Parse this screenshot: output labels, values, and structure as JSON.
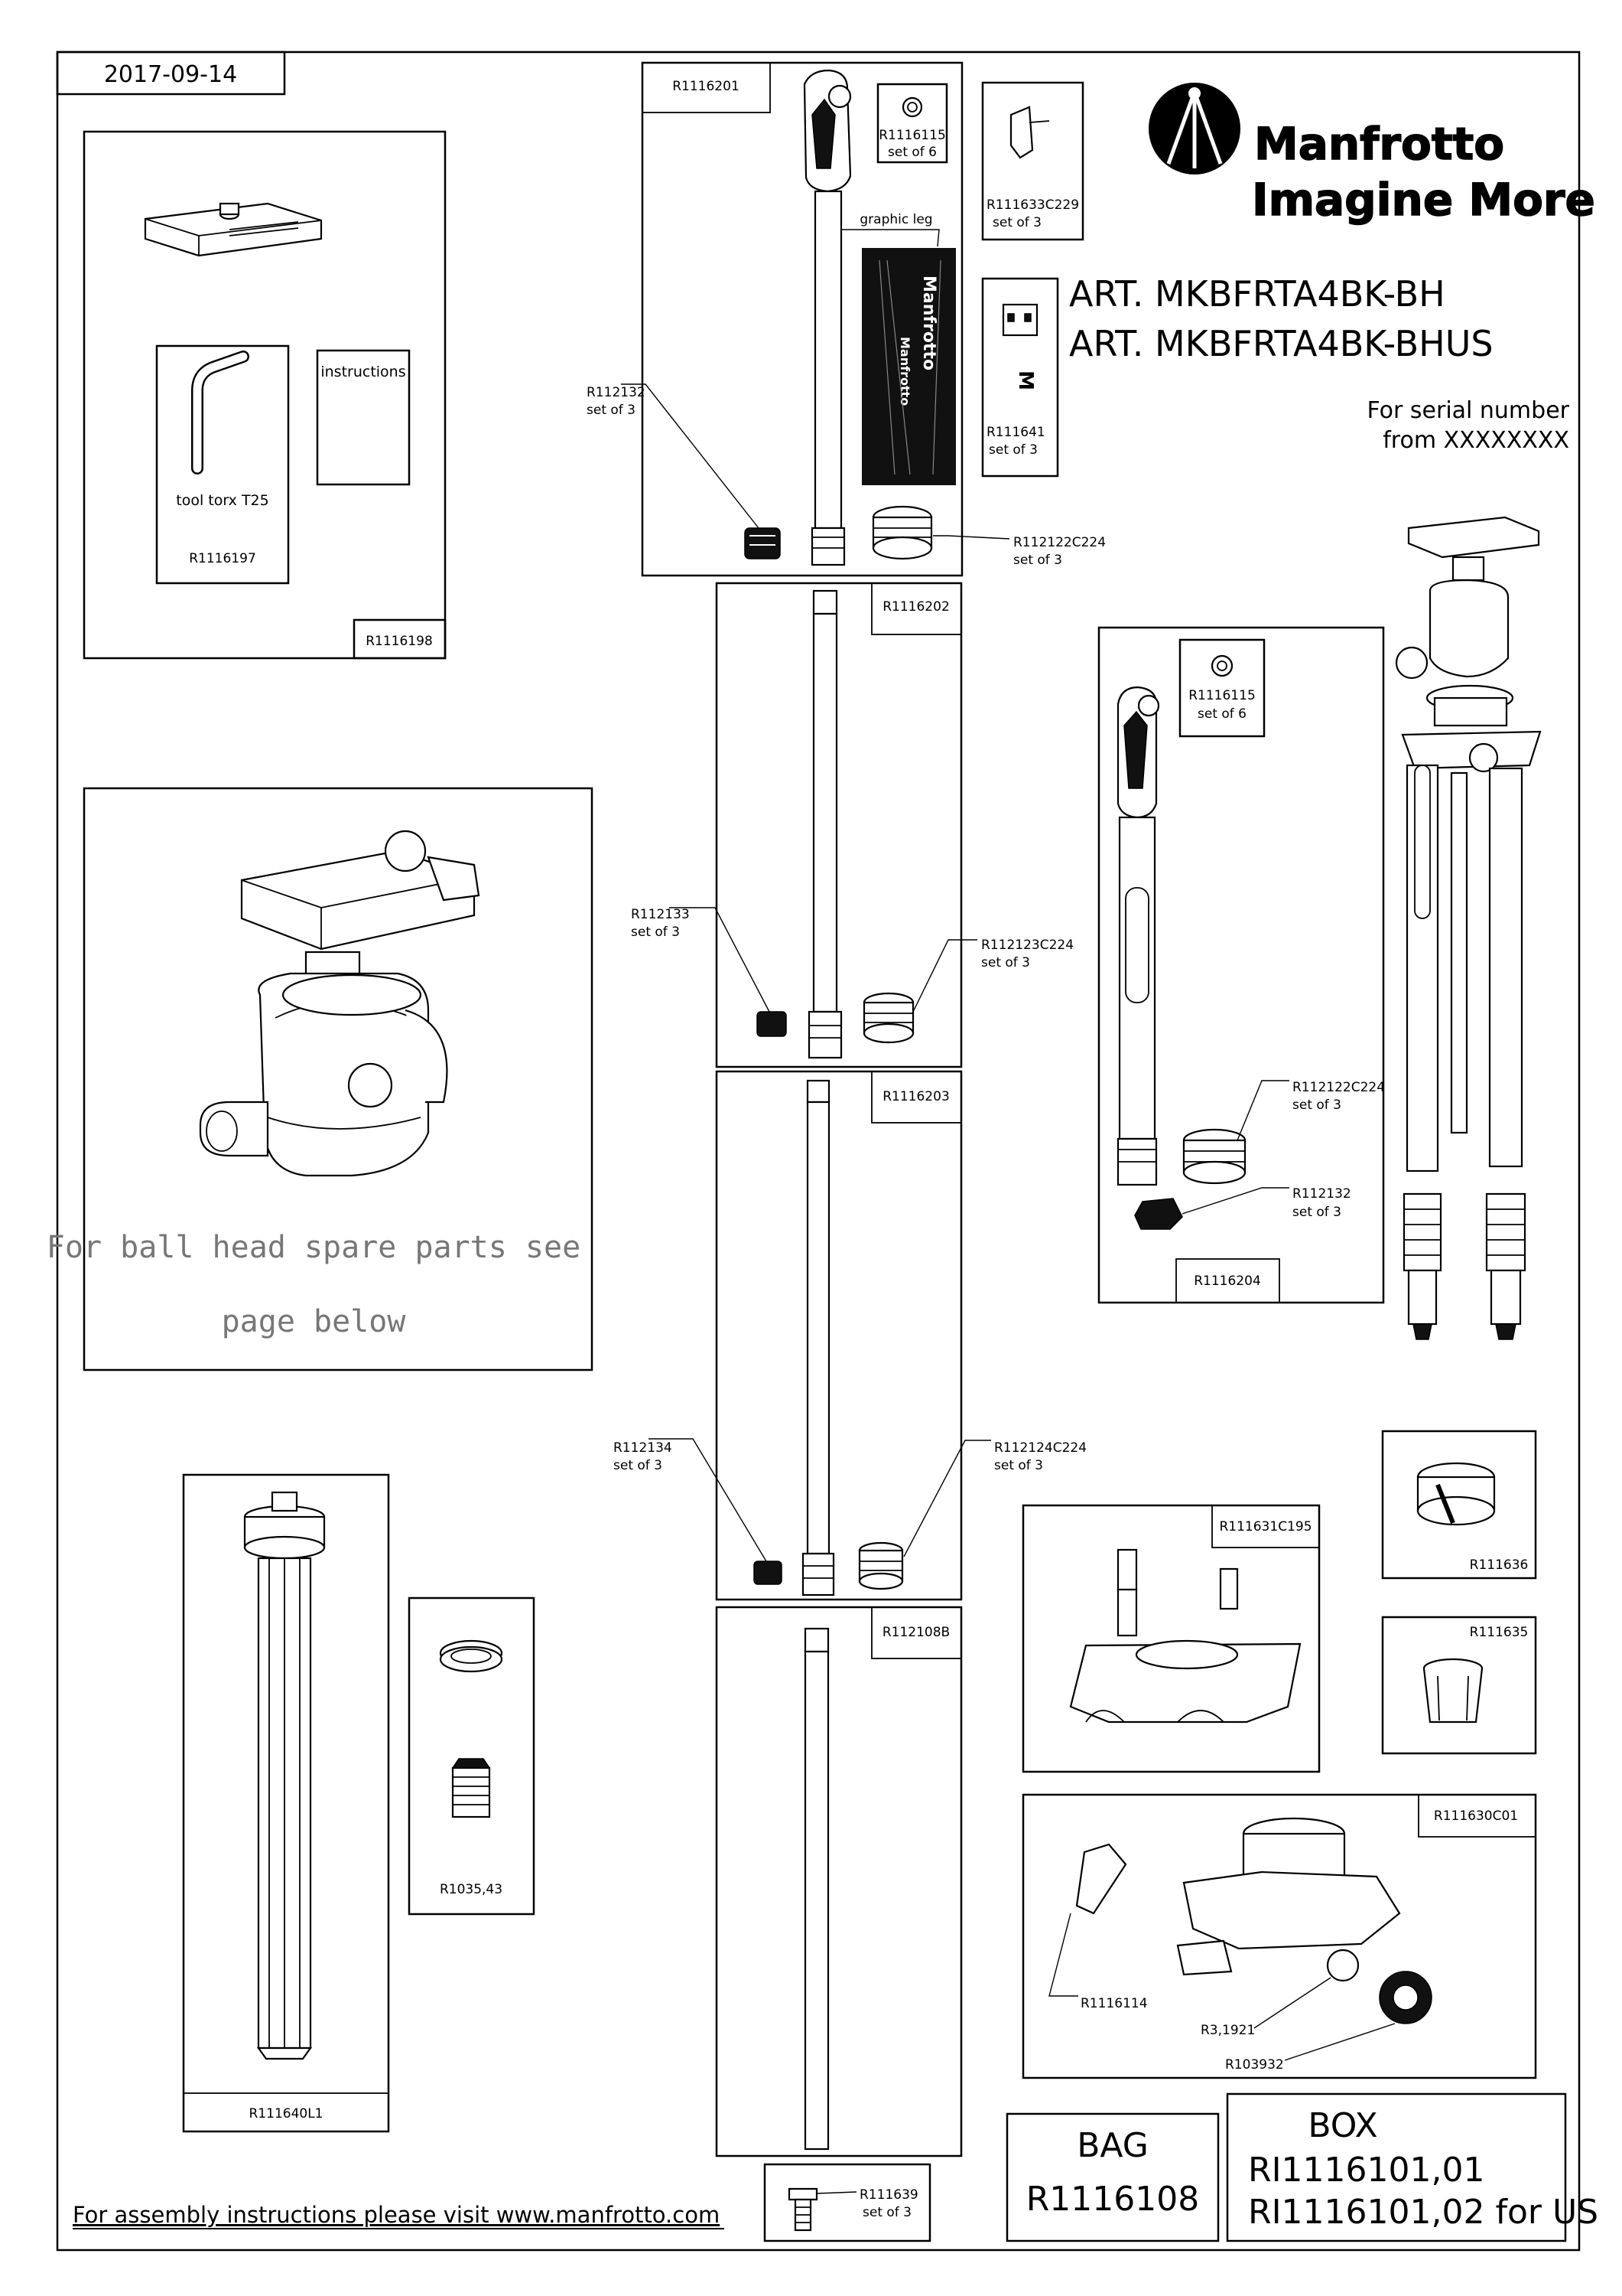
{
  "date": "2017-09-14",
  "brand": {
    "name": "Manfrotto",
    "tagline": "Imagine More"
  },
  "articles": [
    "ART. MKBFRTA4BK-BH",
    "ART. MKBFRTA4BK-BHUS"
  ],
  "serial": {
    "line1": "For serial number",
    "line2": "from XXXXXXXX"
  },
  "kit_box": {
    "code": "R1116198",
    "tool": {
      "label": "tool torx T25",
      "code": "R1116197"
    },
    "instructions": "instructions"
  },
  "ball_head_note": {
    "line1": "For ball head spare parts see",
    "line2": "page below"
  },
  "leg1": {
    "code": "R1116201",
    "graphic_label": "graphic leg",
    "ring": {
      "code": "R1116115",
      "qty": "set of 6"
    },
    "foot": {
      "code": "R112132",
      "qty": "set of 3"
    },
    "collar": {
      "code": "R112122C224",
      "qty": "set of 3"
    }
  },
  "lever": {
    "code": "R111633C229",
    "qty": "set of 3"
  },
  "clip": {
    "code": "R111641",
    "qty": "set of 3"
  },
  "leg2": {
    "code": "R1116202",
    "foot": {
      "code": "R112133",
      "qty": "set of 3"
    },
    "collar": {
      "code": "R112123C224",
      "qty": "set of 3"
    }
  },
  "leg3": {
    "code": "R1116203",
    "foot": {
      "code": "R112134",
      "qty": "set of 3"
    },
    "collar": {
      "code": "R112124C224",
      "qty": "set of 3"
    }
  },
  "leg_alt": {
    "code": "R1116204",
    "ring": {
      "code": "R1116115",
      "qty": "set of 6"
    },
    "collar": {
      "code": "R112122C224",
      "qty": "set of 3"
    },
    "foot": {
      "code": "R112132",
      "qty": "set of 3"
    }
  },
  "column": {
    "code": "R111640L1"
  },
  "column_parts": {
    "code": "R1035,43"
  },
  "short_column": {
    "code": "R112108B"
  },
  "screw": {
    "code": "R111639",
    "qty": "set of 3"
  },
  "spider": {
    "code": "R111631C195"
  },
  "ring_636": {
    "code": "R111636"
  },
  "ring_635": {
    "code": "R111635"
  },
  "base": {
    "code": "R111630C01",
    "knob": "R1116114",
    "nut": "R3,1921",
    "lock": "R103932"
  },
  "bag": {
    "title": "BAG",
    "code": "R1116108"
  },
  "box": {
    "title": "BOX",
    "line1": "RI1116101,01",
    "line2": "RI1116101,02 for US"
  },
  "footer": "For assembly instructions please visit www.manfrotto.com",
  "colors": {
    "ink": "#000000",
    "paper": "#ffffff",
    "note_gray": "#777777"
  }
}
